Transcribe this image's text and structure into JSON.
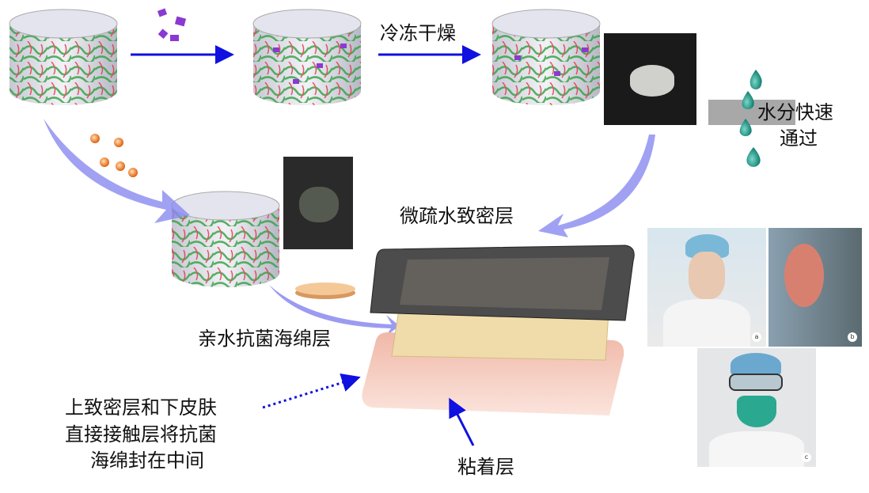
{
  "labels": {
    "freeze_dry": "冷冻干燥",
    "water_pass_1": "水分快速",
    "water_pass_2": "通过",
    "hydrophobic_layer": "微疏水致密层",
    "sponge_layer": "亲水抗菌海绵层",
    "note_1": "上致密层和下皮肤",
    "note_2": "直接接触层将抗菌",
    "note_3": "海绵封在中间",
    "adhesive_layer": "粘着层"
  },
  "photos": {
    "a": "a",
    "b": "b",
    "c": "c"
  },
  "colors": {
    "arrow_blue": "#1010e0",
    "curved_arrow": "#8a8af0",
    "dark_layer": "#4a4a4a",
    "sponge": "#f0dcaa",
    "adhesive": "#f3c8bc",
    "droplet": "#1a9a8a"
  }
}
